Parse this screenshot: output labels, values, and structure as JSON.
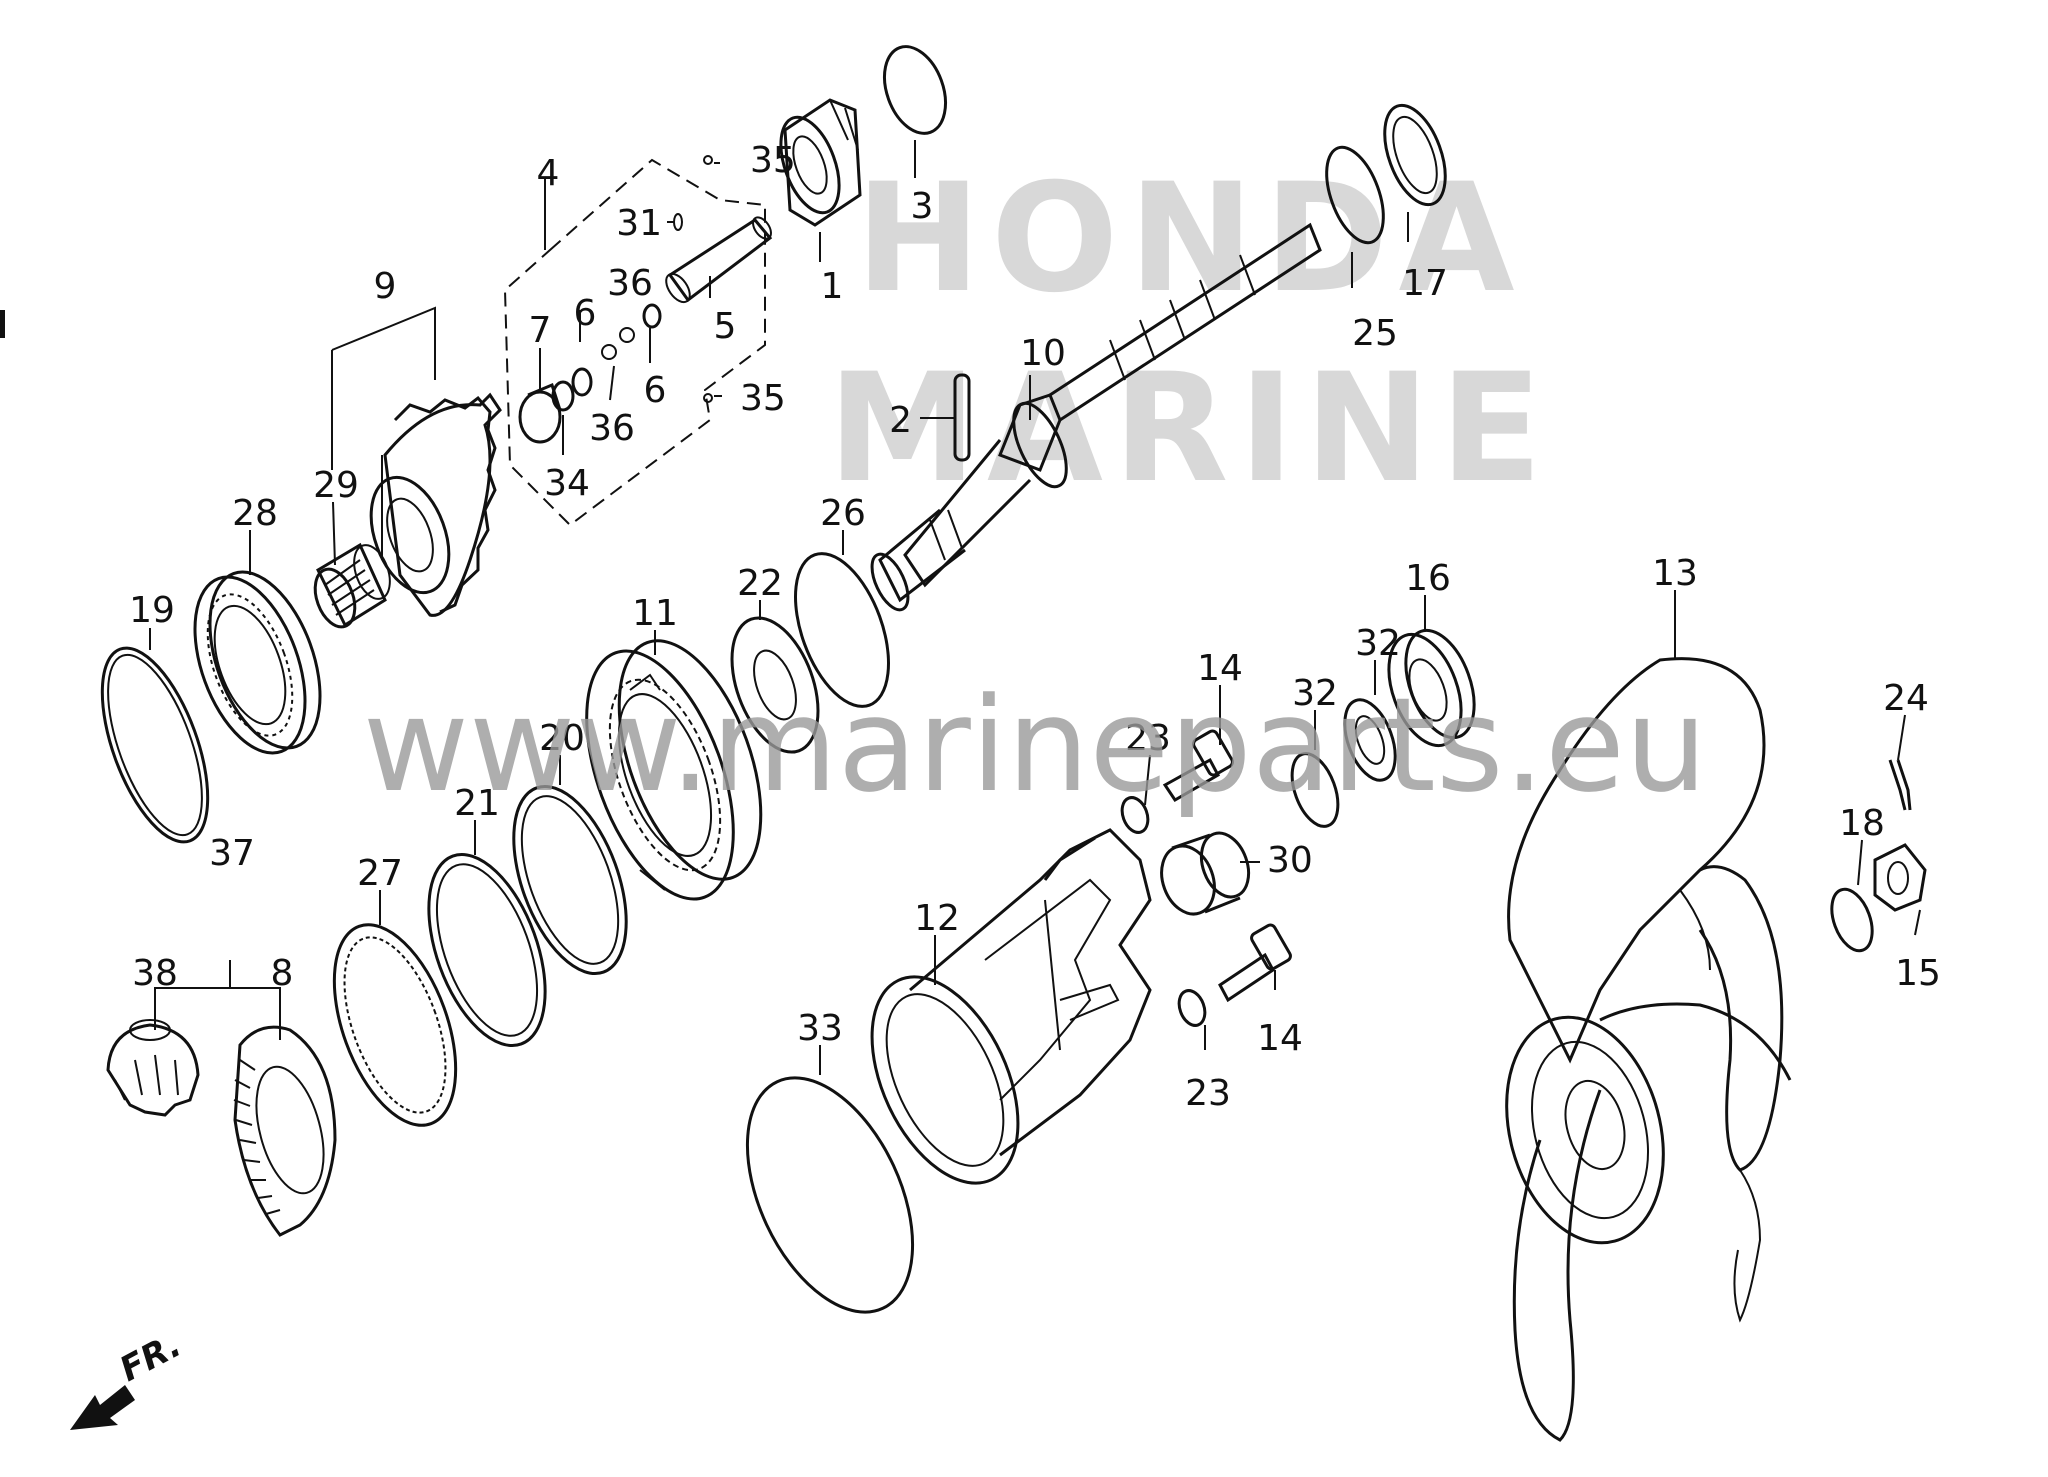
{
  "watermark": {
    "brand_line1": "HONDA",
    "brand_line2": "MARINE",
    "website": "www.marineparts.eu"
  },
  "direction_label": "FR.",
  "callouts": [
    {
      "id": "c1",
      "label": "1"
    },
    {
      "id": "c2",
      "label": "2"
    },
    {
      "id": "c3",
      "label": "3"
    },
    {
      "id": "c4",
      "label": "4"
    },
    {
      "id": "c5",
      "label": "5"
    },
    {
      "id": "c6a",
      "label": "6"
    },
    {
      "id": "c6b",
      "label": "6"
    },
    {
      "id": "c7",
      "label": "7"
    },
    {
      "id": "c8",
      "label": "8"
    },
    {
      "id": "c9",
      "label": "9"
    },
    {
      "id": "c10",
      "label": "10"
    },
    {
      "id": "c11",
      "label": "11"
    },
    {
      "id": "c12",
      "label": "12"
    },
    {
      "id": "c13",
      "label": "13"
    },
    {
      "id": "c14a",
      "label": "14"
    },
    {
      "id": "c14b",
      "label": "14"
    },
    {
      "id": "c15",
      "label": "15"
    },
    {
      "id": "c16",
      "label": "16"
    },
    {
      "id": "c17",
      "label": "17"
    },
    {
      "id": "c18",
      "label": "18"
    },
    {
      "id": "c19",
      "label": "19"
    },
    {
      "id": "c20",
      "label": "20"
    },
    {
      "id": "c21",
      "label": "21"
    },
    {
      "id": "c22",
      "label": "22"
    },
    {
      "id": "c23a",
      "label": "23"
    },
    {
      "id": "c23b",
      "label": "23"
    },
    {
      "id": "c24",
      "label": "24"
    },
    {
      "id": "c25",
      "label": "25"
    },
    {
      "id": "c26",
      "label": "26"
    },
    {
      "id": "c27",
      "label": "27"
    },
    {
      "id": "c28",
      "label": "28"
    },
    {
      "id": "c29",
      "label": "29"
    },
    {
      "id": "c30",
      "label": "30"
    },
    {
      "id": "c31",
      "label": "31"
    },
    {
      "id": "c32a",
      "label": "32"
    },
    {
      "id": "c32b",
      "label": "32"
    },
    {
      "id": "c33",
      "label": "33"
    },
    {
      "id": "c34",
      "label": "34"
    },
    {
      "id": "c35a",
      "label": "35"
    },
    {
      "id": "c35b",
      "label": "35"
    },
    {
      "id": "c36a",
      "label": "36"
    },
    {
      "id": "c36b",
      "label": "36"
    },
    {
      "id": "c37",
      "label": "37"
    },
    {
      "id": "c38",
      "label": "38"
    }
  ]
}
